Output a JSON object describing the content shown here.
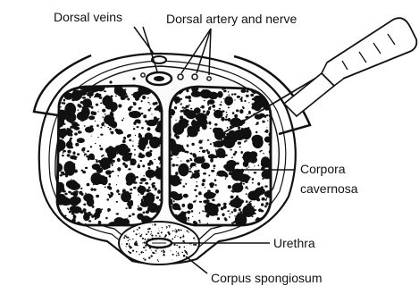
{
  "labels": {
    "dorsal_veins": "Dorsal veins",
    "dorsal_artery_nerve": "Dorsal artery and nerve",
    "corpora_cavernosa_1": "Corpora",
    "corpora_cavernosa_2": "cavernosa",
    "urethra": "Urethra",
    "corpus_spongiosum": "Corpus spongiosum"
  }
}
